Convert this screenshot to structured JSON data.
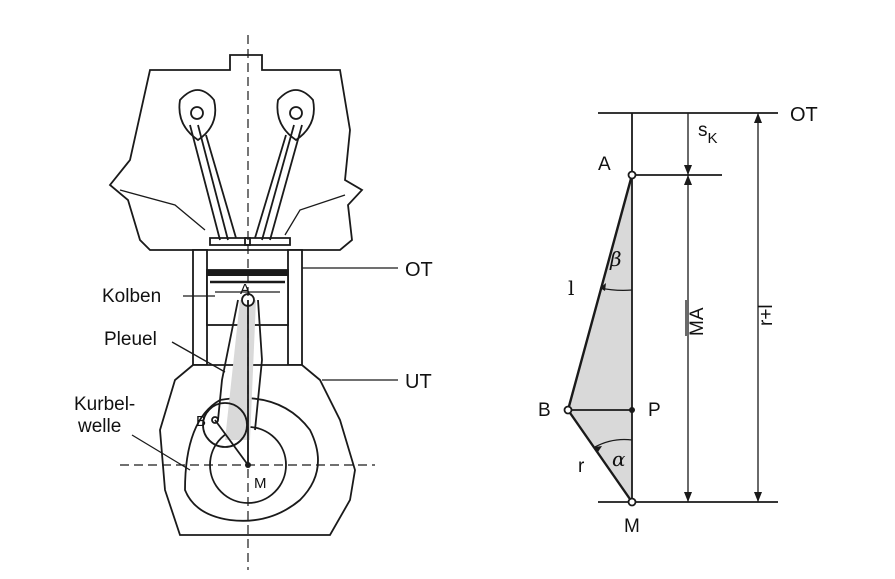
{
  "engine": {
    "labels": {
      "ot": "OT",
      "ut": "UT",
      "kolben": "Kolben",
      "pleuel": "Pleuel",
      "kurbelwelle_line1": "Kurbel-",
      "kurbelwelle_line2": "welle",
      "a": "A",
      "b": "B",
      "m": "M"
    }
  },
  "geometry_diagram": {
    "labels": {
      "ot": "OT",
      "a": "A",
      "b": "B",
      "p": "P",
      "m": "M",
      "l": "l",
      "r": "r",
      "beta": "β",
      "alpha": "α",
      "sk_main": "s",
      "sk_sub": "K",
      "ma": "MA",
      "r_plus_l": "r+l"
    },
    "colors": {
      "triangle_fill": "#d9d9d9"
    }
  }
}
